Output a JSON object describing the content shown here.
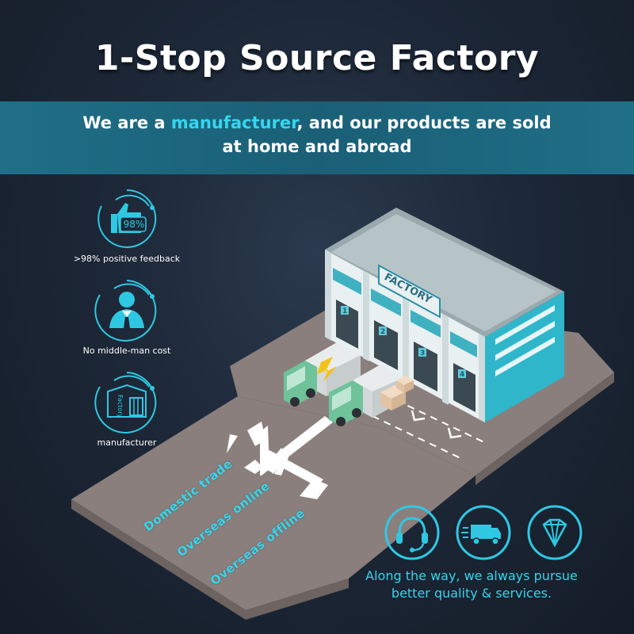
{
  "header": {
    "title": "1-Stop Source Factory",
    "subtitle_pre": "We are a ",
    "subtitle_highlight": "manufacturer",
    "subtitle_post": ", and our products are sold",
    "subtitle_line2": "at home and abroad"
  },
  "features": [
    {
      "icon": "thumbs-up-icon",
      "badge": "98%",
      "label": ">98% positive feedback"
    },
    {
      "icon": "businessman-icon",
      "label": "No middle-man cost"
    },
    {
      "icon": "factory-icon",
      "badge": "Factory",
      "label": "manufacturer"
    }
  ],
  "factory": {
    "sign": "FACTORY",
    "doors": [
      "1",
      "2",
      "3",
      "4"
    ]
  },
  "routes": [
    "Domestic trade",
    "Overseas online",
    "Overseas offline"
  ],
  "services": [
    {
      "icon": "headset-icon"
    },
    {
      "icon": "delivery-truck-icon"
    },
    {
      "icon": "diamond-icon"
    }
  ],
  "footer": {
    "line1": "Along the way, we always pursue",
    "line2": "better quality & services."
  },
  "colors": {
    "accent": "#36d6ee",
    "band": "#1a6278",
    "ground": "#8a7f7c",
    "background": "#1d2838"
  }
}
